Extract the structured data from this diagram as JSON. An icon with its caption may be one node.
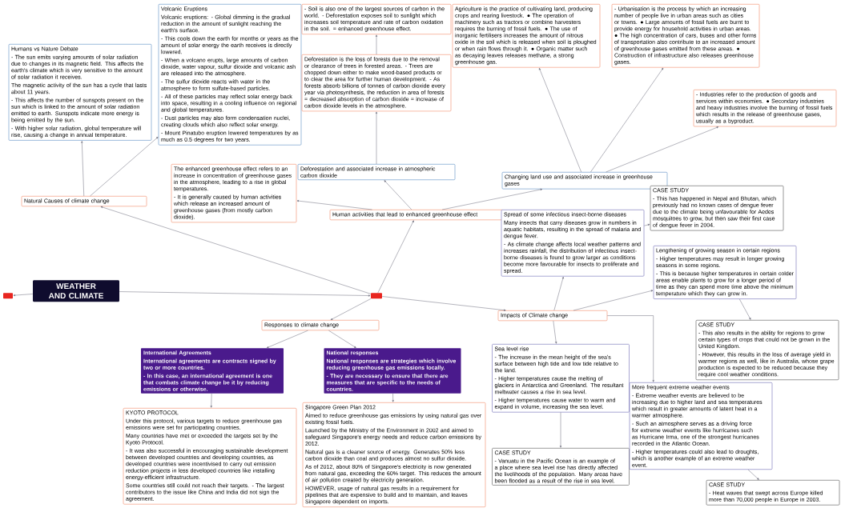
{
  "diagram": {
    "nodes": [
      {
        "text": [],
        "shape": "box"
      },
      {
        "text": [
          "WEATHER AND CLIMATE"
        ]
      },
      {
        "text": [],
        "shape": "box"
      },
      {
        "text": [
          "Natural Causes of climate change"
        ]
      },
      {
        "text": [
          "Humans vs Nature Debate",
          "- The sun emits varying amounts of solar radiation due to changes in its magnetic field. This affects the earth's climate which is very sensitive to the amount of solar radiation it receives.",
          "The magnetic activity of the sun has a cycle that lasts about 11 years.",
          "- This affects the number of sunspots present on the sun which is linked to the amount of solar radiation emitted to earth. Sunspots indicate more energy is being emitted by the sun.",
          "- With higher solar radiation, global temperature will rise, causing a change in annual temperature."
        ]
      },
      {
        "text": [
          "Volcanic Eruptions",
          "Volcanic eruptions: - Global dimming is the gradual reduction in the amount of sunlight reaching the earth's surface.",
          "- This cools down the earth for months or years as the amount of solar energy the earth receives is directly lowered.",
          "- When a volcano erupts, large amounts of carbon dioxide, water vapour, sulfur dioxide and volcanic ash are released into the atmosphere.",
          "- The sulfur dioxide reacts with water in the atmosphere to form sulfate-based particles.",
          "- All of these particles may reflect solar energy back into space, resulting in a cooling influence on regional and global temperatures.",
          "- Dust particles may also form condensation nuclei, creating clouds which also reflect solar energy.",
          "- Mount Pinatubo eruption lowered temperatures by as much as 0.5 degrees for two years."
        ]
      },
      {
        "text": [
          "Human activities that lead to enhanced greenhouse effect"
        ]
      },
      {
        "text": [
          "The enhanced greenhouse effect refers to an increase in concentration of greenhouse gases in the atmosphere, leading to a rise in global temperatures.",
          "- It is generally caused by human activities which release an increased amount of greenhouse gases (from mostly carbon dioxide)."
        ]
      },
      {
        "text": [
          "Deforestation and associated increase in atmospheric carbon dioxide"
        ]
      },
      {
        "text": [
          "Deforestation is the loss of forests due to the removal or clearance of trees in forested areas. - Trees are chopped down either to make wood-based products or to clear the area for further human development. - As forests absorb billions of tonnes of carbon dioxide every year via photosynthesis, the reduction in area of forests = decreased absorption of carbon dioxide = increase of carbon dioxide levels in the atmosphere."
        ]
      },
      {
        "text": [
          "- Soil is also one of the largest sources of carbon in the world. - Deforestation exposes soil to sunlight which increases soil temperature and rate of carbon oxidation in the soil. = enhanced greenhouse effect."
        ]
      },
      {
        "text": [
          "Changing land use and associated increase in greenhouse gases"
        ]
      },
      {
        "text": [
          "Agriculture is the practice of cultivating land, producing crops and rearing livestock. ● The operation of machinery such as tractors or combine harvesters requires the burning of fossil fuels. ● The use of inorganic fertilisers increases the amount of nitrous oxide in the soil which is released when soil is ploughed or when rain flows through it. ● Organic matter such as decaying leaves releases methane, a strong greenhouse gas."
        ]
      },
      {
        "text": [
          "- Urbanisation is the process by which an increasing number of people live in urban areas such as cities or towns. ● Large amounts of fossil fuels are burnt to provide energy for household activities in urban areas. ● The high concentration of cars, buses and other forms of transportation also contribute to an increased amount of greenhouse gases emitted from these areas. ● Construction of infrastructure also releases greenhouse gases."
        ]
      },
      {
        "text": [
          "- Industries refer to the production of goods and services within economies. ● Secondary industries and heavy industries involve the burning of fossil fuels which results in the release of greenhouse gases, usually as a byproduct."
        ]
      },
      {
        "text": [
          "Impacts of Climate change"
        ]
      },
      {
        "text": [
          "Spread of some infectious insect-borne diseases",
          "Many insects that carry diseases grow in numbers in aquatic habitats, resulting in the spread of malaria and dengue fever.",
          "- As climate change affects local weather patterns and increases rainfall, the distribution of infectious insect-borne diseases is found to grow larger as conditions become more favourable for insects to proliferate and spread."
        ]
      },
      {
        "text": [
          "CASE STUDY",
          "- This has happened in Nepal and Bhutan, which previously had no known cases of dengue fever due to the climate being unfavourable for Aedes mosquitoes to grow, but then saw their first case of dengue fever in 2004."
        ]
      },
      {
        "text": [
          "Lengthening of growing season in certain regions",
          "- Higher temperatures may result in longer growing seasons in some regions.",
          "- This is because higher temperatures in certain colder areas enable plants to grow for a longer period of time as they can spend more time above the minimum temperature which they can grow in."
        ]
      },
      {
        "text": [
          "CASE STUDY",
          "- This also results in the ability for regions to grow certain types of crops that could not be grown in the United Kingdom.",
          "- However, this results in the loss of average yield in warmer regions as well, like in Australia, whose grape production is expected to be reduced because they require cool weather conditions."
        ]
      },
      {
        "text": [
          "Sea level rise",
          "- The increase in the mean height of the sea's surface between high tide and low tide relative to the land.",
          "- Higher temperatures cause the melting of glaciers in Antarctica and Greenland. The resultant meltwater causes a rise in sea level.",
          "- Higher temperatures cause water to warm and expand in volume, increasing the sea level."
        ]
      },
      {
        "text": [
          "CASE STUDY",
          "- Vanuatu in the Pacific Ocean is an example of a place where sea level rise has directly affected the livelihoods of the population. Many areas have been flooded as a result of the rise in sea level."
        ]
      },
      {
        "text": [
          "More frequent extreme weather events",
          "- Extreme weather events are believed to be increasing due to higher land and sea temperatures which result in greater amounts of latent heat in a warmer atmosphere.",
          "- Such an atmosphere serves as a driving force for extreme weather events like hurricanes such as Hurricane Irma, one of the strongest hurricanes recorded in the Atlantic Ocean.",
          "- Higher temperatures could also lead to droughts, which is another example of an extreme weather event."
        ]
      },
      {
        "text": [
          "CASE STUDY",
          "- Heat waves that swept across Europe killed more than 70,000 people in Europe in 2003."
        ]
      },
      {
        "text": [
          "Responses to climate change"
        ]
      },
      {
        "text": [
          "International Agreements",
          "International agreements are contracts signed by two or more countries.",
          "- In this case, an international agreement is one that combats climate change be it by reducing emissions or otherwise."
        ]
      },
      {
        "text": [
          "KYOTO PROTOCOL",
          "Under this protocol, various targets to reduce greenhouse gas emissions were set for participating countries.",
          "Many countries have met or exceeded the targets set by the Kyoto Protocol.",
          "- It was also successful in encouraging sustainable development between developed countries and developing countries, as developed countries were incentivised to carry out emission reduction projects in less developed countries like installing energy-efficient infrastructure.",
          "Some countries still could not reach their targets. - The largest contributors to the issue like China and India did not sign the agreement."
        ]
      },
      {
        "text": [
          "National responses",
          "National responses are strategies which involve reducing greenhouse gas emissions locally.",
          "- They are necessary to ensure that there are measures that are specific to the needs of countries."
        ]
      },
      {
        "text": [
          "Singapore Green Plan 2012",
          "Aimed to reduce greenhouse gas emissions by using natural gas over existing fossil fuels.",
          "Launched by the Ministry of the Environment in 2002 and aimed to safeguard Singapore's energy needs and reduce carbon emissions by 2012.",
          "Natural gas is a cleaner source of energy. Generates 50% less carbon dioxide than coal and produces almost no sulfur dioxide.",
          "As of 2012, about 80% of Singapore's electricity is now generated from natural gas, exceeding the 60% target. This reduces the amount of air pollution created by electricity generation.",
          "HOWEVER, usage of natural gas results in a requirement for pipelines that are expensive to build and to maintain, and leaves Singapore dependent on imports."
        ]
      }
    ],
    "edges": [
      {
        "from": 1,
        "to": 0,
        "arrow": "to"
      },
      {
        "from": 1,
        "to": 2,
        "arrow": "to"
      },
      {
        "from": 2,
        "to": 3,
        "arrow": "to"
      },
      {
        "from": 3,
        "to": 4,
        "arrow": "to"
      },
      {
        "from": 3,
        "to": 5,
        "arrow": "to"
      },
      {
        "from": 2,
        "to": 6,
        "arrow": "to"
      },
      {
        "from": 6,
        "to": 7,
        "arrow": "to"
      },
      {
        "from": 6,
        "to": 8,
        "arrow": "to"
      },
      {
        "from": 8,
        "to": 9,
        "arrow": "to"
      },
      {
        "from": 9,
        "to": 10,
        "arrow": "to"
      },
      {
        "from": 6,
        "to": 11,
        "arrow": "to"
      },
      {
        "from": 11,
        "to": 12,
        "arrow": "to"
      },
      {
        "from": 11,
        "to": 13,
        "arrow": "to"
      },
      {
        "from": 11,
        "to": 14,
        "arrow": "to"
      },
      {
        "from": 2,
        "to": 15,
        "arrow": "to"
      },
      {
        "from": 15,
        "to": 16,
        "arrow": "to"
      },
      {
        "from": 16,
        "to": 17,
        "arrow": "to"
      },
      {
        "from": 15,
        "to": 18,
        "arrow": "to"
      },
      {
        "from": 18,
        "to": 19,
        "arrow": "to"
      },
      {
        "from": 15,
        "to": 20,
        "arrow": "to"
      },
      {
        "from": 20,
        "to": 21,
        "arrow": "to"
      },
      {
        "from": 15,
        "to": 22,
        "arrow": "to"
      },
      {
        "from": 22,
        "to": 23,
        "arrow": "to"
      },
      {
        "from": 2,
        "to": 24,
        "arrow": "to"
      },
      {
        "from": 24,
        "to": 25,
        "arrow": "to"
      },
      {
        "from": 25,
        "to": 26,
        "arrow": "to"
      },
      {
        "from": 24,
        "to": 27,
        "arrow": "to"
      },
      {
        "from": 27,
        "to": 28,
        "arrow": "to"
      }
    ]
  }
}
